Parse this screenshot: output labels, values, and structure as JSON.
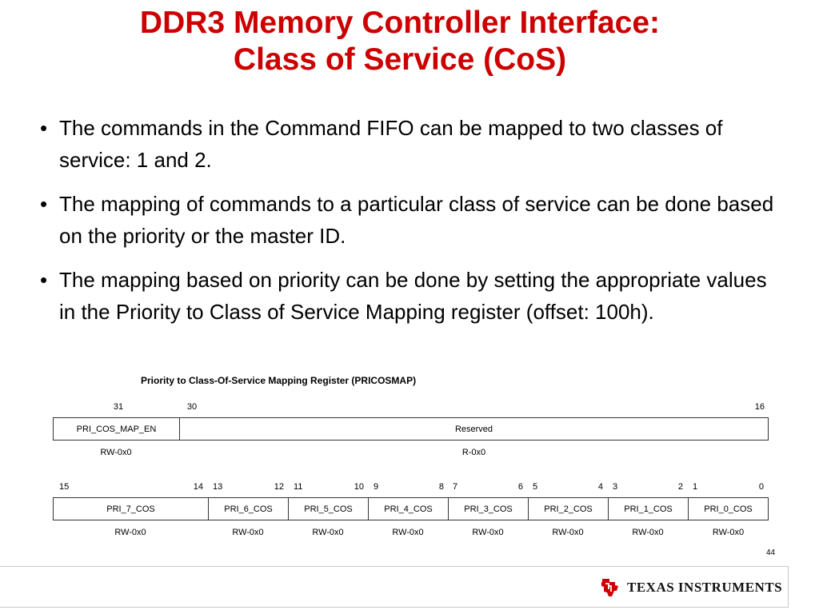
{
  "slide": {
    "title_line1": "DDR3 Memory Controller Interface:",
    "title_line2": "Class of Service (CoS)",
    "bullets": [
      "The commands in the Command FIFO can be mapped to two classes of service: 1 and 2.",
      "The mapping of commands to a particular class of service can be done based on the priority or the master ID.",
      "The mapping based on priority can be done by setting the appropriate values in the Priority to Class of Service Mapping register (offset: 100h)."
    ],
    "bullet_glyph": "•",
    "page_number": "44"
  },
  "register": {
    "title": "Priority to Class-Of-Service Mapping Register (PRICOSMAP)",
    "upper": {
      "bits": [
        "31",
        "30",
        "16"
      ],
      "fields": [
        "PRI_COS_MAP_EN",
        "Reserved"
      ],
      "resets": [
        "RW-0x0",
        "R-0x0"
      ]
    },
    "lower": {
      "bits": [
        "15",
        "14",
        "13",
        "12",
        "11",
        "10",
        "9",
        "8",
        "7",
        "6",
        "5",
        "4",
        "3",
        "2",
        "1",
        "0"
      ],
      "fields": [
        "PRI_7_COS",
        "PRI_6_COS",
        "PRI_5_COS",
        "PRI_4_COS",
        "PRI_3_COS",
        "PRI_2_COS",
        "PRI_1_COS",
        "PRI_0_COS"
      ],
      "resets": [
        "RW-0x0",
        "RW-0x0",
        "RW-0x0",
        "RW-0x0",
        "RW-0x0",
        "RW-0x0",
        "RW-0x0",
        "RW-0x0"
      ]
    }
  },
  "footer": {
    "logo_text": "TEXAS INSTRUMENTS",
    "logo_icon": "ti-logo-icon",
    "brand_color": "#cc0000"
  }
}
